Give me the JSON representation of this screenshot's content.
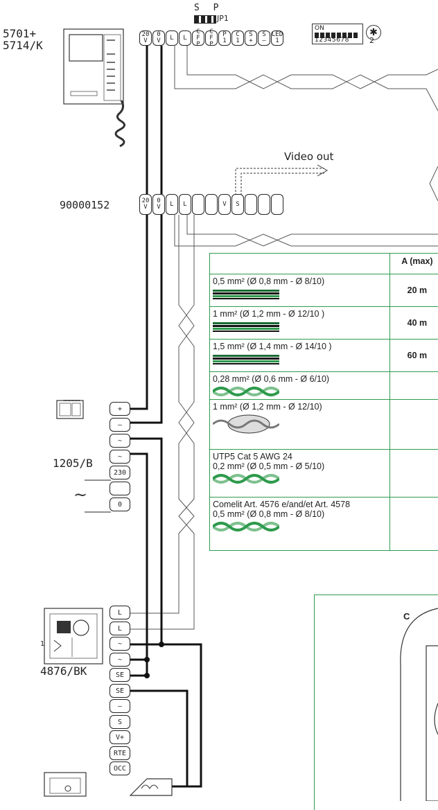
{
  "colors": {
    "wire": "#111111",
    "cable_green": "#2e9a4c",
    "line_gray": "#555555"
  },
  "jumper": {
    "labels": "S  P",
    "name": "JP1"
  },
  "dip": {
    "on_label": "ON",
    "numbers": "12345678",
    "asterisk": "✱",
    "asterisk_note": "2"
  },
  "monitor": {
    "model_line1": "5701+",
    "model_line2": "5714/K",
    "terminals": [
      "20\nV",
      "0\nV",
      "L",
      "L",
      "C\nF\nP",
      "C\nF\nP",
      "P\n1",
      "C\n1",
      "S\n+",
      "S\n—",
      "LED\n1"
    ]
  },
  "video_distributor": {
    "model": "90000152",
    "video_out_label": "Video out",
    "terminals": [
      "20\nV",
      "0\nV",
      "L",
      "L",
      "",
      "",
      "V",
      "S",
      "",
      "",
      ""
    ]
  },
  "power_supply": {
    "model": "1205/B",
    "terminals": [
      "+",
      "—",
      "~",
      "~",
      "230",
      "",
      "0"
    ],
    "ac_symbol": "~"
  },
  "door_unit": {
    "model": "4876/BK",
    "side_number": "1",
    "terminals": [
      "L",
      "L",
      "~",
      "~",
      "SE",
      "SE",
      "—",
      "S",
      "V+",
      "RTE",
      "OCC"
    ]
  },
  "cable_table": {
    "header_blank": "",
    "header_distance": "A (max)",
    "rows": [
      {
        "desc": "0,5 mm²  (Ø 0,8 mm - Ø 8/10)",
        "distance": "20 m",
        "type": "parallel"
      },
      {
        "desc": "1 mm²  (Ø 1,2 mm - Ø 12/10 )",
        "distance": "40 m",
        "type": "parallel"
      },
      {
        "desc": "1,5 mm²  (Ø 1,4 mm - Ø 14/10 )",
        "distance": "60 m",
        "type": "parallel"
      },
      {
        "desc": "0,28 mm² (Ø 0,6 mm - Ø 6/10)",
        "distance": "",
        "type": "twisted"
      },
      {
        "desc": "1 mm² (Ø 1,2 mm - Ø 12/10)",
        "distance": "",
        "type": "shielded"
      },
      {
        "desc": "UTP5 Cat 5 AWG 24\n0,2 mm² (Ø 0,5 mm - Ø  5/10)",
        "distance": "",
        "type": "twisted"
      },
      {
        "desc": "Comelit Art. 4576 e/and/et Art. 4578\n0,5 mm² (Ø  0,8 mm - Ø 8/10)",
        "distance": "",
        "type": "twisted"
      }
    ]
  },
  "section_c": {
    "label": "C"
  }
}
